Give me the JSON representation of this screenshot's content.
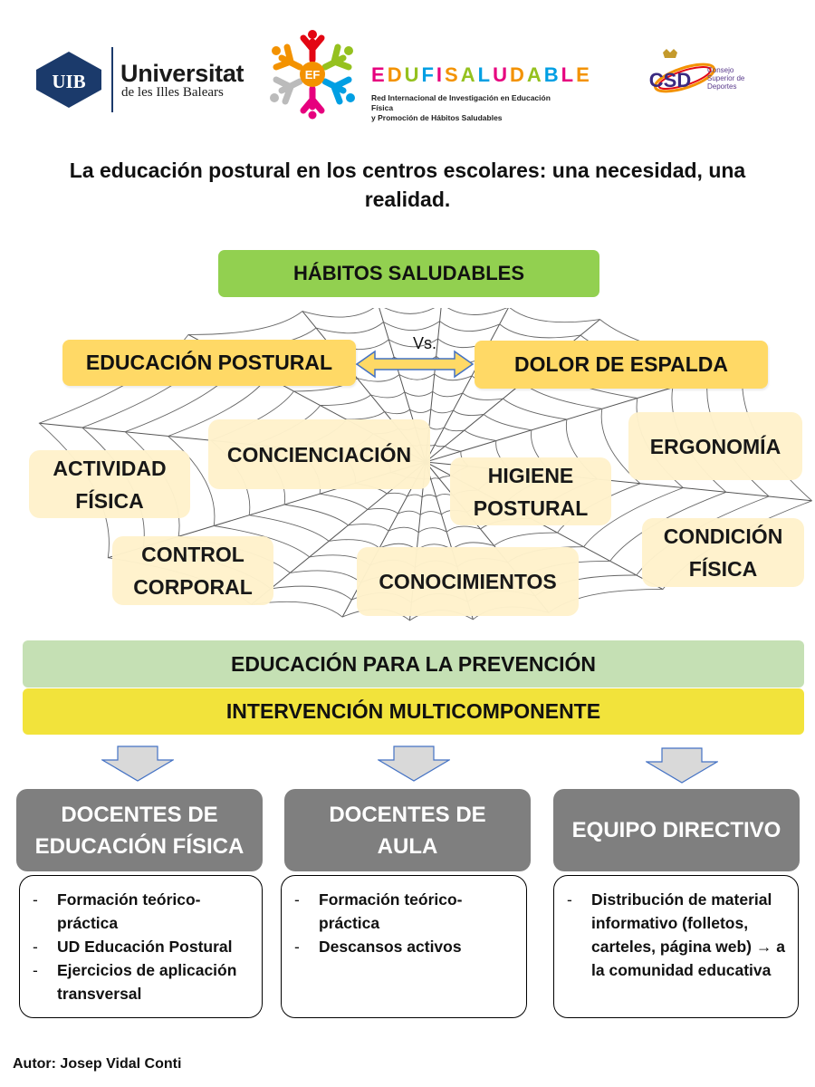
{
  "colors": {
    "green": "#92d050",
    "orange": "#ffd966",
    "cream": "#fff2cc",
    "light_green": "#c5e0b4",
    "yellow": "#f2e33b",
    "gray": "#7f7f7f",
    "uib_blue": "#1b3a6b",
    "csd_purple": "#5a3b8c"
  },
  "header": {
    "uib": {
      "badge": "UIB",
      "name": "Universitat",
      "sub": "de les Illes Balears"
    },
    "edufisaludable": {
      "badge": "EF",
      "letters": [
        "E",
        "D",
        "U",
        "F",
        "I",
        "S",
        "A",
        "L",
        "U",
        "D",
        "A",
        "B",
        "L",
        "E"
      ],
      "letter_colors": [
        "#e6007e",
        "#f39200",
        "#95c11f",
        "#009fe3",
        "#e6007e",
        "#f39200",
        "#95c11f",
        "#009fe3",
        "#e6007e",
        "#f39200",
        "#95c11f",
        "#009fe3",
        "#e6007e",
        "#f39200"
      ],
      "sub_line1": "Red Internacional de Investigación en Educación Física",
      "sub_line2": "y Promoción de Hábitos Saludables"
    },
    "csd": {
      "badge": "CSD",
      "line1": "Consejo",
      "line2": "Superior de",
      "line3": "Deportes"
    }
  },
  "title": "La educación postural en los centros escolares: una necesidad, una realidad.",
  "habitos": "HÁBITOS SALUDABLES",
  "vs": "Vs.",
  "educacion_postural": "EDUCACIÓN POSTURAL",
  "dolor_espalda": "DOLOR DE ESPALDA",
  "web_items": {
    "actividad": [
      "ACTIVIDAD",
      "FÍSICA"
    ],
    "concienciacion": "CONCIENCIACIÓN",
    "higiene": [
      "HIGIENE",
      "POSTURAL"
    ],
    "ergonomia": "ERGONOMÍA",
    "control": [
      "CONTROL",
      "CORPORAL"
    ],
    "conocimientos": "CONOCIMIENTOS",
    "condicion": [
      "CONDICIÓN",
      "FÍSICA"
    ]
  },
  "band_prevencion": "EDUCACIÓN PARA LA PREVENCIÓN",
  "band_intervencion": "INTERVENCIÓN MULTICOMPONENTE",
  "columns": [
    {
      "head": [
        "DOCENTES DE",
        "EDUCACIÓN FÍSICA"
      ],
      "items": [
        "Formación teórico-práctica",
        "UD Educación Postural",
        "Ejercicios de aplicación transversal"
      ]
    },
    {
      "head": [
        "DOCENTES DE",
        "AULA"
      ],
      "items": [
        "Formación teórico-práctica",
        "Descansos activos"
      ]
    },
    {
      "head": [
        "EQUIPO DIRECTIVO"
      ],
      "items": [
        "Distribución de material informativo (folletos, carteles, página web) → a la comunidad educativa"
      ]
    }
  ],
  "author": "Autor: Josep Vidal Conti"
}
